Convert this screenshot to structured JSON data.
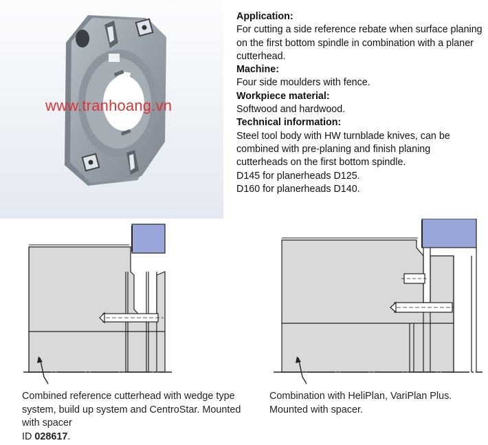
{
  "watermark": "www.tranhoang.vn",
  "spec": {
    "application_heading": "Application:",
    "application_text": "For cutting a side reference rebate when surface planing on the first bottom spindle in combination with a planer cutterhead.",
    "machine_heading": "Machine:",
    "machine_text": "Four side moulders with fence.",
    "material_heading": "Workpiece material:",
    "material_text": "Softwood and hardwood.",
    "technical_heading": "Technical information:",
    "technical_text": "Steel tool body with HW turnblade knives, can be combined with pre-planing and finish planing cutterheads on the first bottom spindle.",
    "technical_line_1": "D145 for planerheads D125.",
    "technical_line_2": "D160 for planerheads D140."
  },
  "captions": {
    "left_text": "Combined reference cutterhead with wedge type system, build up system and CentroStar. Mounted with spacer",
    "left_id_label": "ID ",
    "left_id_value": "028617",
    "left_id_suffix": ".",
    "right_text": "Combination with HeliPlan, VariPlan Plus. Mounted with spacer."
  },
  "colors": {
    "watermark": "#e03333",
    "drawing_fill": "#d9d9d9",
    "cutter_fill": "#9aa6d9",
    "tool_body": "#9aa3ab"
  }
}
